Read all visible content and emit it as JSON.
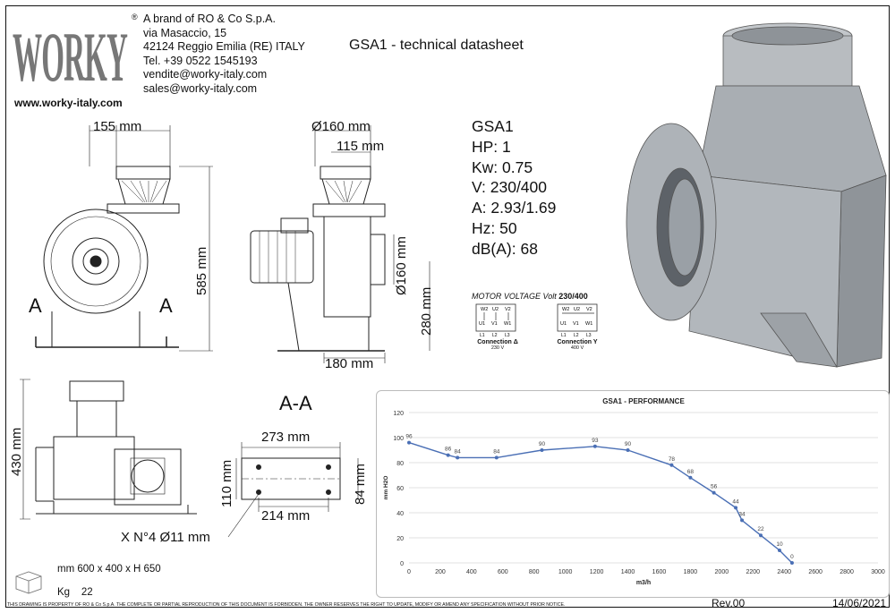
{
  "brand": {
    "logo_text": "WORKY",
    "registered_mark": "®",
    "lines": [
      "A brand of RO & Co S.p.A.",
      "via Masaccio, 15",
      "42124 Reggio Emilia (RE) ITALY",
      "Tel. +39 0522 1545193",
      "vendite@worky-italy.com",
      "sales@worky-italy.com"
    ],
    "website": "www.worky-italy.com"
  },
  "doc_title": "GSA1 - technical datasheet",
  "specs": [
    "GSA1",
    "HP: 1",
    "Kw: 0.75",
    "V: 230/400",
    "A: 2.93/1.69",
    "Hz: 50",
    "dB(A): 68"
  ],
  "motor_voltage": {
    "title": "MOTOR VOLTAGE",
    "volt_label": "Volt",
    "volt_value": "230/400",
    "delta": {
      "top": [
        "W2",
        "U2",
        "V2"
      ],
      "bottom": [
        "U1",
        "V1",
        "W1"
      ],
      "lines": [
        "L1",
        "L2",
        "L3"
      ],
      "label": "Connection Δ",
      "sub": "230 V"
    },
    "star": {
      "top": [
        "W2",
        "U2",
        "V2"
      ],
      "bottom": [
        "U1",
        "V1",
        "W1"
      ],
      "lines": [
        "L1",
        "L2",
        "L3"
      ],
      "label": "Connection Y",
      "sub": "400 V"
    }
  },
  "dimensions": {
    "front_width": "155 mm",
    "front_height": "585 mm",
    "section_marker": "A",
    "side_outlet_dia": "Ø160 mm",
    "side_outlet_width": "115 mm",
    "side_inlet_dia": "Ø160 mm",
    "side_inlet_height": "280 mm",
    "side_base": "180 mm",
    "plan_height": "430 mm",
    "aa_title": "A-A",
    "aa_outer_w": "273 mm",
    "aa_inner_w": "214 mm",
    "aa_outer_h": "110 mm",
    "aa_inner_h": "84 mm",
    "holes": "X N°4 Ø11 mm"
  },
  "package": {
    "size": "mm  600  x 400  x H 650",
    "weight_label": "Kg",
    "weight_value": "22"
  },
  "footer": {
    "note": "THIS DRAWING IS PROPERTY OF RO & Co S.p.A. THE COMPLETE OR PARTIAL REPRODUCTION OF THIS DOCUMENT IS FORBIDDEN. THE OWNER RESERVES THE RIGHT TO UPDATE, MODIFY OR AMEND ANY SPECIFICATION WITHOUT PRIOR NOTICE.",
    "rev": "Rev.00",
    "date": "14/06/2021"
  },
  "colors": {
    "line": "#4a6fb5",
    "marker": "#4a6fb5",
    "grid": "#d9d9d9",
    "fan_gray": "#a9aeb3"
  },
  "chart_data": {
    "type": "line",
    "title": "GSA1 - PERFORMANCE",
    "xlabel": "m3/h",
    "ylabel": "mm H2O",
    "xlim": [
      0,
      3000
    ],
    "ylim": [
      0,
      120
    ],
    "xticks": [
      0,
      200,
      400,
      600,
      800,
      1000,
      1200,
      1400,
      1600,
      1800,
      2000,
      2200,
      2400,
      2600,
      2800,
      3000
    ],
    "yticks": [
      0,
      20,
      40,
      60,
      80,
      100,
      120
    ],
    "grid": "horizontal",
    "series": [
      {
        "x": [
          0,
          250,
          310,
          560,
          850,
          1190,
          1400,
          1680,
          1800,
          1950,
          2090,
          2130,
          2250,
          2370,
          2450
        ],
        "y": [
          96,
          86,
          84,
          84,
          90,
          93,
          90,
          78,
          68,
          56,
          44,
          34,
          22,
          10,
          0
        ],
        "labels": [
          "96",
          "86",
          "84",
          "84",
          "90",
          "93",
          "90",
          "78",
          "68",
          "56",
          "44",
          "34",
          "22",
          "10",
          "0"
        ]
      }
    ]
  }
}
